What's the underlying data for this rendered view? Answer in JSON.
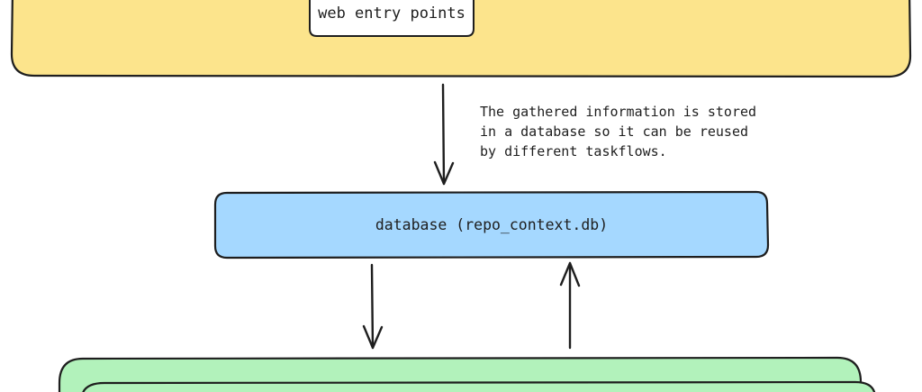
{
  "diagram": {
    "top_section": {
      "entry_label": "web entry points"
    },
    "annotation": {
      "lines": [
        "The gathered information is stored",
        "in a database so it can be reused",
        "by different taskflows."
      ]
    },
    "database": {
      "label": "database (repo_context.db)"
    }
  },
  "colors": {
    "top_fill": "#fce48c",
    "database_fill": "#a5d8ff",
    "bottom_fill": "#b2f2bb",
    "stroke": "#1e1e1e"
  }
}
